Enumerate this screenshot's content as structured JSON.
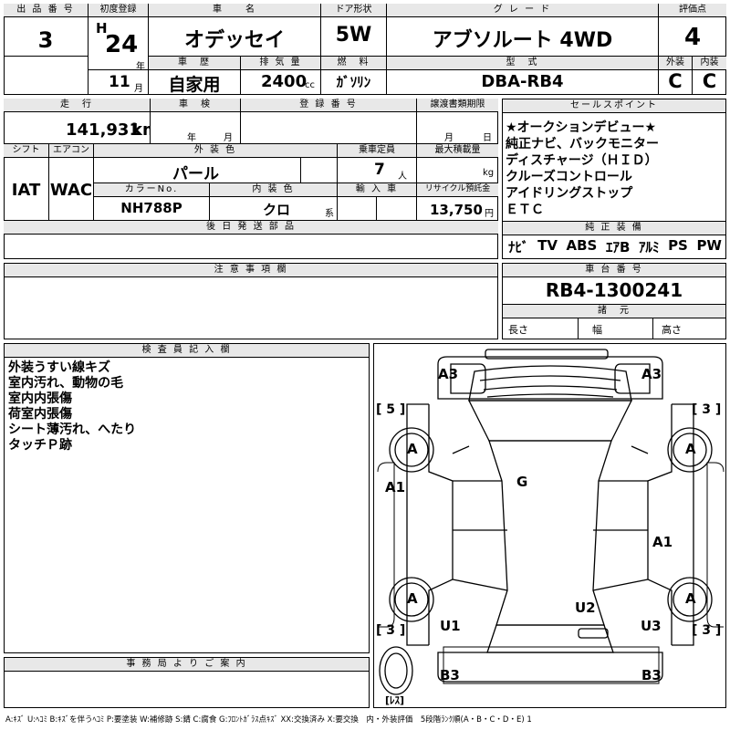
{
  "header": {
    "lot_label": "出 品 番 号",
    "lot_value": "3",
    "first_reg_label": "初度登録",
    "era": "H",
    "year": "24",
    "year_unit": "年",
    "month": "11",
    "month_unit": "月",
    "name_label": "車　　名",
    "name_value": "オデッセイ",
    "door_label": "ドア形状",
    "door_value": "5W",
    "grade_label": "グ レ ー ド",
    "grade_value": "アブソルート 4WD",
    "score_label": "評価点",
    "score_value": "4",
    "history_label": "車　歴",
    "history_value": "自家用",
    "displacement_label": "排 気 量",
    "displacement_value": "2400",
    "displacement_unit": "cc",
    "fuel_label": "燃　料",
    "fuel_value": "ｶﾞｿﾘﾝ",
    "model_label": "型　式",
    "model_value": "DBA-RB4",
    "exterior_label": "外装",
    "exterior_value": "C",
    "interior_label": "内装",
    "interior_value": "C"
  },
  "row2": {
    "mileage_label": "走　行",
    "mileage_value": "141,931",
    "mileage_unit": "km",
    "inspection_label": "車　検",
    "inspection_year_unit": "年",
    "inspection_month_unit": "月",
    "reg_no_label": "登 録 番 号",
    "transfer_label": "譲渡書類期限",
    "transfer_month_unit": "月",
    "transfer_day_unit": "日",
    "shift_label": "シフト",
    "shift_value": "IAT",
    "ac_label": "エアコン",
    "ac_value": "WAC",
    "ext_color_label": "外 装 色",
    "ext_color_value": "パール",
    "capacity_label": "乗車定員",
    "capacity_value": "7",
    "capacity_unit": "人",
    "max_load_label": "最大積載量",
    "max_load_unit": "kg",
    "color_no_label": "カラーNo.",
    "color_no_value": "NH788P",
    "int_color_label": "内 装 色",
    "int_color_value": "クロ",
    "int_color_unit": "系",
    "import_label": "輸 入 車",
    "recycle_label": "リサイクル預託金",
    "recycle_value": "13,750",
    "recycle_unit": "円",
    "later_parts_label": "後 日 発 送 部 品"
  },
  "sales_points": {
    "label": "セールスポイント",
    "lines": [
      "★オークションデビュー★",
      "純正ナビ、バックモニター",
      "ディスチャージ（ＨＩＤ）",
      "クルーズコントロール",
      "アイドリングストップ",
      "ＥＴＣ"
    ]
  },
  "genuine": {
    "label": "純 正 装 備",
    "items": [
      "ﾅﾋﾞ",
      "TV",
      "ABS",
      "ｴｱB",
      "ｱﾙﾐ",
      "PS",
      "PW"
    ]
  },
  "caution": {
    "label": "注 意 事 項 欄"
  },
  "chassis": {
    "label": "車 台 番 号",
    "value": "RB4-1300241",
    "spec_label": "諸　元",
    "length_label": "長さ",
    "width_label": "幅",
    "height_label": "高さ"
  },
  "inspector": {
    "label": "検 査 員 記 入 欄",
    "lines": [
      "外装うすい線キズ",
      "室内汚れ、動物の毛",
      "室内内張傷",
      "荷室内張傷",
      "シート薄汚れ、へたり",
      "タッチＰ跡"
    ]
  },
  "office": {
    "label": "事 務 局 よ り ご 案 内"
  },
  "diagram": {
    "marks": {
      "a3_left": "A3",
      "a3_right": "A3",
      "bracket_5": "[ 5 ]",
      "bracket_3_tr": "[ 3 ]",
      "tire_fl": "A",
      "tire_fr": "A",
      "tire_rl": "A",
      "tire_rr": "A",
      "g": "G",
      "a1_left": "A1",
      "a1_right": "A1",
      "u2": "U2",
      "u1": "U1",
      "u3": "U3",
      "bracket_3_bl": "[ 3 ]",
      "bracket_3_br": "[ 3 ]",
      "b3_left": "B3",
      "b3_right": "B3",
      "spare": "[ﾚｽ]"
    }
  },
  "legend": "A:ｷｽﾞ U:ﾍｺﾐ B:ｷｽﾞを伴うﾍｺﾐ P:要塗装 W:補修跡 S:錆 C:腐食 G:ﾌﾛﾝﾄｶﾞﾗｽ点ｷｽﾞ XX:交換済み X:要交換　内・外装評価　5段階ﾗﾝｸ順(A・B・C・D・E) 1"
}
